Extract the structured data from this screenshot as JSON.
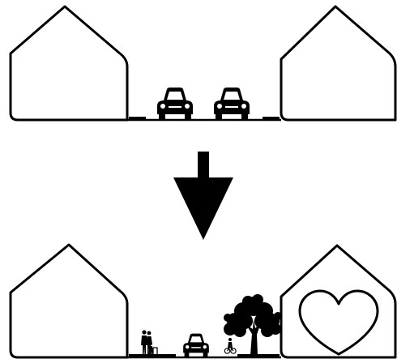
{
  "diagram": {
    "before": {
      "houses": [
        "house-left",
        "house-right"
      ],
      "cars": 2,
      "street_elements": [
        "sidewalk-left",
        "road",
        "sidewalk-right"
      ]
    },
    "transition": {
      "arrow": "down-arrow-icon"
    },
    "after": {
      "houses": [
        "house-left",
        "house-right"
      ],
      "cars": 1,
      "people": [
        "pedestrians",
        "person-with-walker",
        "cyclist"
      ],
      "vegetation": [
        "tree"
      ],
      "symbols": [
        "heart-icon"
      ]
    },
    "colors": {
      "stroke": "#000000",
      "background": "#ffffff"
    }
  }
}
